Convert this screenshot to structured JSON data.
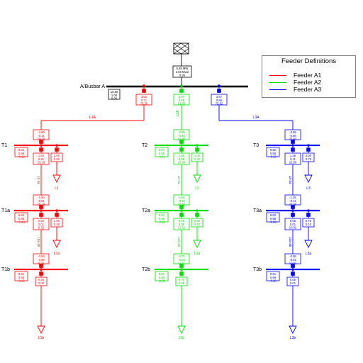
{
  "colors": {
    "A1": "#ff0000",
    "A2": "#00dd00",
    "A3": "#0000ff",
    "bus": "#000000"
  },
  "legend": {
    "title": "Feeder Definitions",
    "items": [
      {
        "label": "Feeder A1",
        "color": "#ff0000"
      },
      {
        "label": "Feeder A2",
        "color": "#00dd00"
      },
      {
        "label": "Feeder A3",
        "color": "#0000ff"
      }
    ]
  },
  "source": {
    "values": [
      "6.48 MW",
      "2.03 Mvar",
      "0.95"
    ]
  },
  "busbar": {
    "name": "A/Busbar A",
    "values": [
      "10.50",
      "1.00",
      "0.00"
    ]
  },
  "feeders": [
    {
      "key": "A1",
      "breaker": [
        "3.52",
        "0.71",
        "78.38"
      ],
      "line": "L1A",
      "nodes": [
        {
          "name": "T1",
          "in": [
            "-3.50",
            "-0.11",
            "78.38"
          ],
          "bus": [
            "9.62",
            "0.99",
            "-0.15"
          ],
          "out": [
            "1.50",
            "0.21",
            "25.19"
          ],
          "load": [
            "2.00",
            "0.50"
          ],
          "loadName": "L1",
          "seg": "L1-1a"
        },
        {
          "name": "T1a",
          "in": [
            "-1.50",
            "-0.21",
            "25.19"
          ],
          "bus": [
            "9.60",
            "0.98",
            "-0.13"
          ],
          "out": [
            "0.50",
            "0.01",
            "8.32"
          ],
          "load": [
            "1.00",
            "0.20"
          ],
          "loadName": "L1a",
          "seg": "L1a-1b"
        },
        {
          "name": "T1b",
          "in": [
            "-0.50",
            "-0.00",
            "8.32"
          ],
          "bus": [
            "9.61",
            "0.98",
            "-0.12"
          ],
          "out": null,
          "load": [
            "0.50",
            "0.00"
          ],
          "loadName": "L1b",
          "seg": null
        }
      ]
    },
    {
      "key": "A2",
      "breaker": [
        "2.57",
        "0.45",
        "61.05"
      ],
      "line": "L2A",
      "nodes": [
        {
          "name": "T2",
          "in": [
            "-2.55",
            "-0.46",
            "61.05"
          ],
          "bus": [
            "9.64",
            "0.99",
            "-0.11"
          ],
          "out": [
            "1.55",
            "0.16",
            "26.60"
          ],
          "load": [
            "1.00",
            "0.30"
          ],
          "loadName": "L2",
          "seg": "L2-2a"
        },
        {
          "name": "T2a",
          "in": [
            "-1.55",
            "-0.16",
            "26.60"
          ],
          "bus": [
            "9.62",
            "0.98",
            "-0.29"
          ],
          "out": [
            "0.75",
            "0.05",
            "12.51"
          ],
          "load": [
            "0.80",
            "0.10"
          ],
          "loadName": "L2a",
          "seg": "L2a-2b"
        },
        {
          "name": "T2b",
          "in": [
            "-0.75",
            "-0.03",
            "12.51"
          ],
          "bus": [
            "9.61",
            "0.99",
            "-0.30"
          ],
          "out": null,
          "load": [
            "0.75",
            "0.05"
          ],
          "loadName": "L2b",
          "seg": null
        }
      ]
    },
    {
      "key": "A3",
      "breaker": [
        "3.57",
        "0.86",
        "75.92"
      ],
      "line": "L3A",
      "nodes": [
        {
          "name": "T3",
          "in": [
            "-3.55",
            "-0.86",
            "75.92"
          ],
          "bus": [
            "9.62",
            "0.99",
            "-0.13"
          ],
          "out": [
            "1.35",
            "0.11",
            "22.50"
          ],
          "load": [
            "2.00",
            "0.75"
          ],
          "loadName": "L3",
          "seg": "L3-3a"
        },
        {
          "name": "T3a",
          "in": [
            "-1.35",
            "-0.11",
            "22.50"
          ],
          "bus": [
            "9.60",
            "0.98",
            "-0.09"
          ],
          "out": [
            "0.65",
            "0.01",
            "10.92"
          ],
          "load": [
            "0.70",
            "0.10"
          ],
          "loadName": "L3a",
          "seg": "L3a-3b"
        },
        {
          "name": "T3b",
          "in": [
            "-0.65",
            "-0.01",
            "10.92"
          ],
          "bus": [
            "9.61",
            "0.99",
            "-0.30"
          ],
          "out": null,
          "load": [
            "0.65",
            "0.01"
          ],
          "loadName": "L3b",
          "seg": null
        }
      ]
    }
  ]
}
